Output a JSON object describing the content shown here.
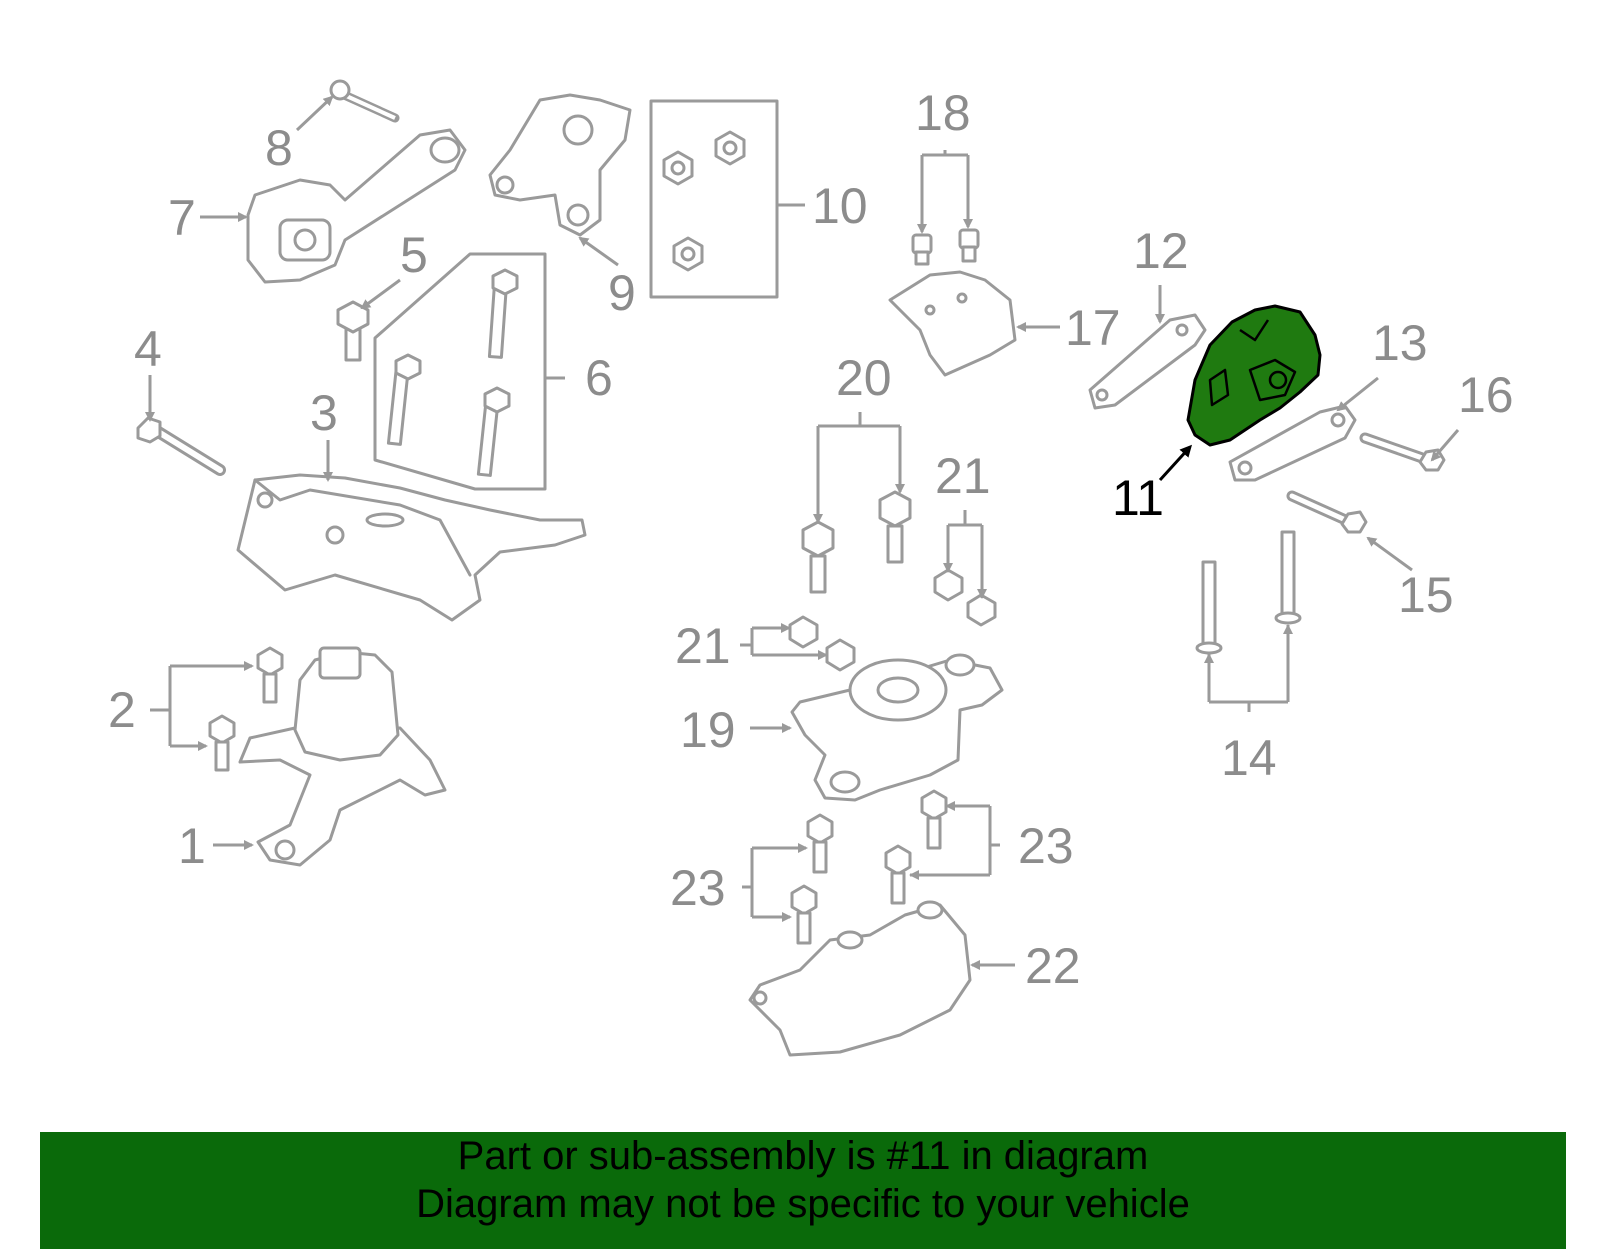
{
  "colors": {
    "part_outline": "#9a9a9a",
    "label_text": "#8c8c8c",
    "highlight_fill": "#1f7a10",
    "highlight_label": "#000000",
    "banner_bg": "#0a6a0a"
  },
  "highlighted_part": "11",
  "callouts": [
    "1",
    "2",
    "3",
    "4",
    "5",
    "6",
    "7",
    "8",
    "9",
    "10",
    "11",
    "12",
    "13",
    "14",
    "15",
    "16",
    "17",
    "18",
    "19",
    "20",
    "21",
    "21",
    "22",
    "23",
    "23"
  ],
  "banner": {
    "line1": "Part or sub-assembly is #11 in diagram",
    "line2": "Diagram may not be specific to your vehicle"
  }
}
